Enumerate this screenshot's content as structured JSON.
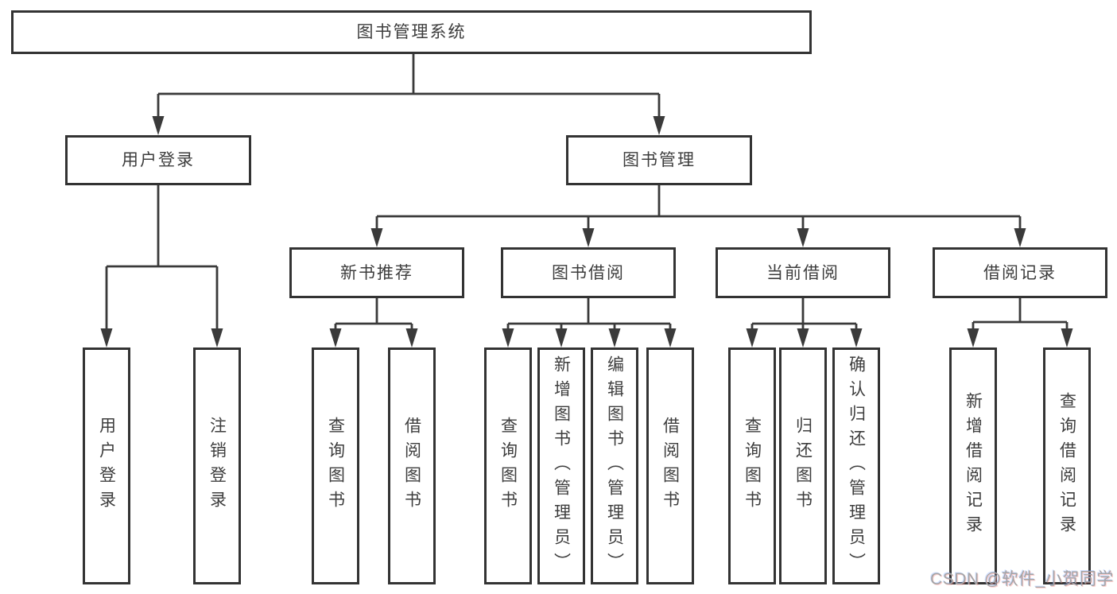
{
  "diagram": {
    "title": "图书管理系统",
    "root": {
      "label": "图书管理系统"
    },
    "level2": [
      {
        "id": "user-login",
        "label": "用户登录"
      },
      {
        "id": "book-management",
        "label": "图书管理"
      }
    ],
    "level3": [
      {
        "id": "new-book-recommendation",
        "label": "新书推荐",
        "parent": "图书管理"
      },
      {
        "id": "book-borrowing",
        "label": "图书借阅",
        "parent": "图书管理"
      },
      {
        "id": "current-borrowing",
        "label": "当前借阅",
        "parent": "图书管理"
      },
      {
        "id": "borrowing-records",
        "label": "借阅记录",
        "parent": "图书管理"
      }
    ],
    "leaves": [
      {
        "id": "leaf-user-login",
        "label": "用户登录",
        "parent": "用户登录"
      },
      {
        "id": "leaf-logout",
        "label": "注销登录",
        "parent": "用户登录"
      },
      {
        "id": "leaf-query-books-recommend",
        "label": "查询图书",
        "parent": "新书推荐"
      },
      {
        "id": "leaf-borrow-books-recommend",
        "label": "借阅图书",
        "parent": "新书推荐"
      },
      {
        "id": "leaf-query-books-borrow",
        "label": "查询图书",
        "parent": "图书借阅"
      },
      {
        "id": "leaf-add-book-admin",
        "label": "新增图书（管理员）",
        "parent": "图书借阅"
      },
      {
        "id": "leaf-edit-book-admin",
        "label": "编辑图书（管理员）",
        "parent": "图书借阅"
      },
      {
        "id": "leaf-borrow-books-borrow",
        "label": "借阅图书",
        "parent": "图书借阅"
      },
      {
        "id": "leaf-query-books-current",
        "label": "查询图书",
        "parent": "当前借阅"
      },
      {
        "id": "leaf-return-books",
        "label": "归还图书",
        "parent": "当前借阅"
      },
      {
        "id": "leaf-confirm-return-admin",
        "label": "确认归还（管理员）",
        "parent": "当前借阅"
      },
      {
        "id": "leaf-add-borrow-record",
        "label": "新增借阅记录",
        "parent": "借阅记录"
      },
      {
        "id": "leaf-query-borrow-record",
        "label": "查询借阅记录",
        "parent": "借阅记录"
      }
    ]
  },
  "watermark": {
    "text": "CSDN @软件_小贺同学"
  },
  "colors": {
    "line": "#3a3a3a",
    "border": "#333333",
    "text": "#3d3d3d",
    "background": "#ffffff",
    "watermark": "#a5a5a5"
  }
}
